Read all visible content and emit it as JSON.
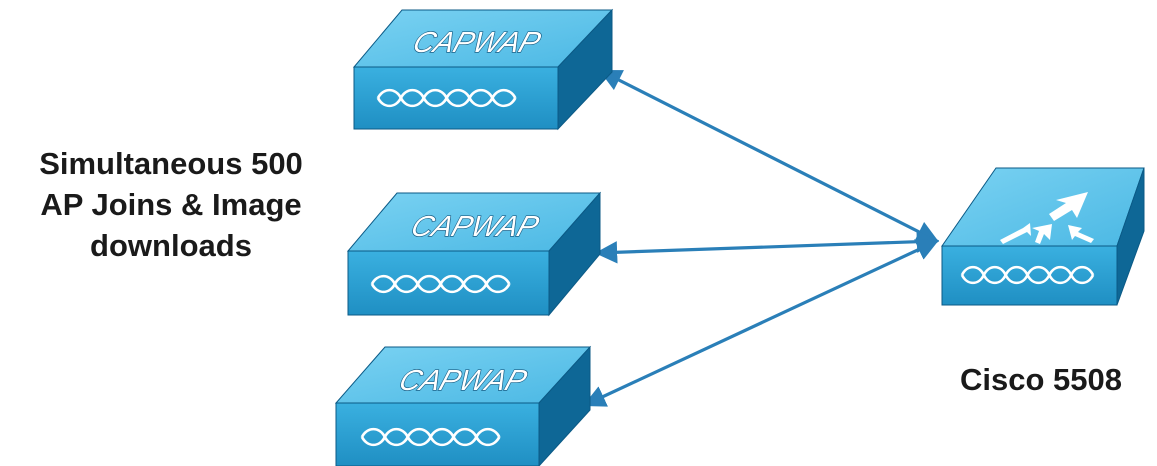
{
  "left_caption": {
    "line1": "Simultaneous 500",
    "line2": "AP Joins & Image",
    "line3": "downloads"
  },
  "controller": {
    "label": "Cisco 5508",
    "icon": "wireless-lan-controller-icon"
  },
  "access_points": [
    {
      "label": "CAPWAP",
      "icon": "access-point-icon"
    },
    {
      "label": "CAPWAP",
      "icon": "access-point-icon"
    },
    {
      "label": "CAPWAP",
      "icon": "access-point-icon"
    }
  ],
  "connector": {
    "style": "bidirectional-arrow",
    "color": "#2a7fb8"
  },
  "colors": {
    "box_top": "#66c6ec",
    "box_front": "#2ea3d6",
    "box_side": "#0e6796",
    "box_edge": "#0b5a86",
    "arrow": "#2a7fb8"
  }
}
